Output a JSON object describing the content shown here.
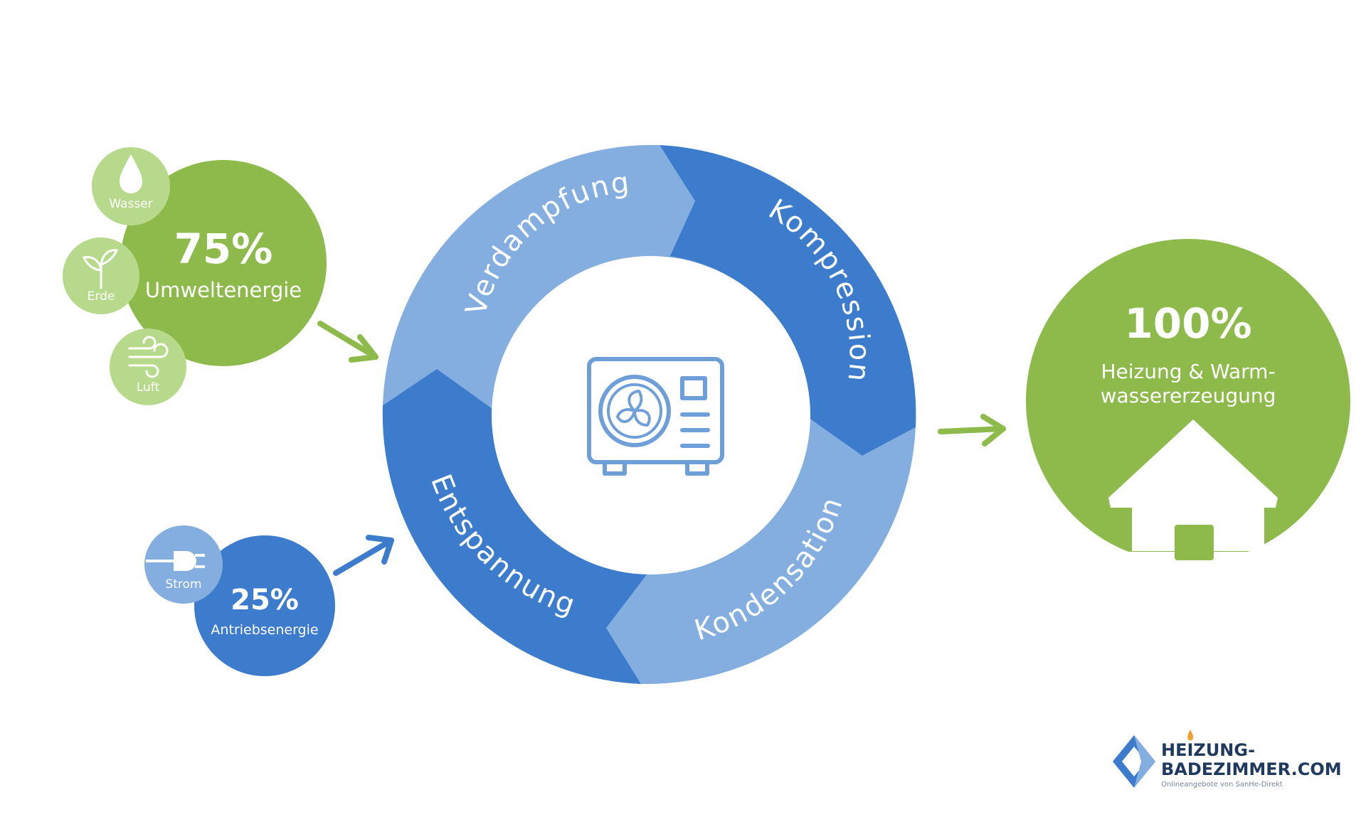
{
  "inputs": {
    "environment": {
      "percent": "75%",
      "label": "Umweltenergie"
    },
    "sources": [
      {
        "label": "Wasser",
        "icon": "water-drop-icon"
      },
      {
        "label": "Erde",
        "icon": "sprout-icon"
      },
      {
        "label": "Luft",
        "icon": "wind-icon"
      }
    ],
    "drive": {
      "percent": "25%",
      "label": "Antriebsenergie"
    },
    "power": {
      "label": "Strom",
      "icon": "plug-icon"
    }
  },
  "cycle": {
    "stages": [
      "Verdampfung",
      "Kompression",
      "Kondensation",
      "Entspannung"
    ],
    "center_icon": "heat-pump-icon"
  },
  "output": {
    "percent": "100%",
    "label_line1": "Heizung & Warm-",
    "label_line2": "wassererzeugung",
    "icon": "house-icon"
  },
  "logo": {
    "line1": "HEIZUNG-",
    "line2": "BADEZIMMER.COM",
    "tagline": "Onlineangebote von SanHe-Direkt"
  },
  "colors": {
    "green_dark": "#8dba4b",
    "green_light": "#b7d98b",
    "blue_dark": "#3d7ccc",
    "blue_light": "#84ade0",
    "blue_mid": "#6f9fd9"
  }
}
